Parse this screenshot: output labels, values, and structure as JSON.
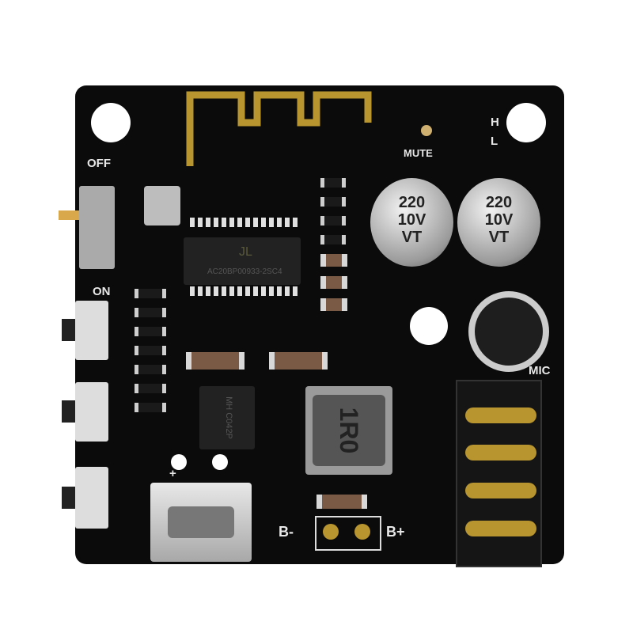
{
  "labels": {
    "off": "OFF",
    "on": "ON",
    "mute": "MUTE",
    "h": "H",
    "l": "L",
    "mic": "MIC",
    "b_minus": "B-",
    "b_plus": "B+",
    "plus": "+"
  },
  "components": {
    "main_chip_logo": "JL",
    "main_chip_code": "AC20BP00933-2SC4",
    "amp_chip_text": "MH C042P",
    "inductor": "1R0",
    "capacitor_1": [
      "220",
      "10V",
      "VT"
    ],
    "capacitor_2": [
      "220",
      "10V",
      "VT"
    ]
  },
  "colors": {
    "board": "#0b0b0c",
    "antenna": "#b8952e",
    "silkscreen": "#e8e8e8"
  }
}
